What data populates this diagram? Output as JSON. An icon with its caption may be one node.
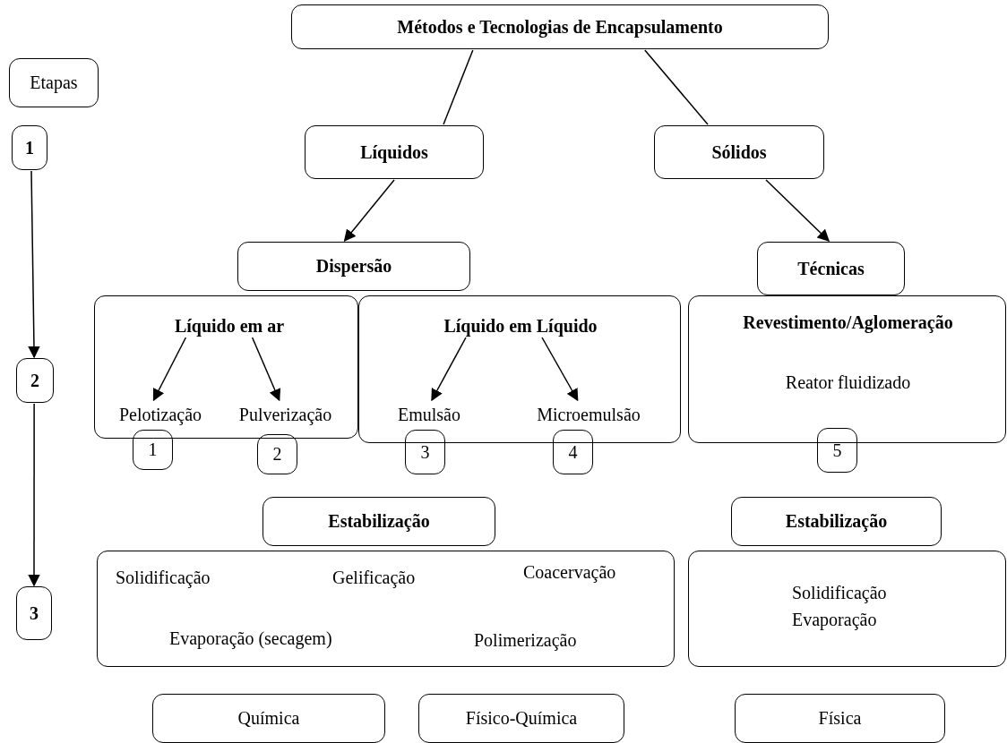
{
  "diagram": {
    "nodes": [
      {
        "text": [
          "Métodos e Tecnologias de Encapsulamento"
        ]
      },
      {
        "text": [
          "Etapas"
        ]
      },
      {
        "text": [
          "1"
        ]
      },
      {
        "text": [
          "2"
        ]
      },
      {
        "text": [
          "3"
        ]
      },
      {
        "text": [
          "Líquidos"
        ]
      },
      {
        "text": [
          "Sólidos"
        ]
      },
      {
        "text": [
          "Dispersão"
        ]
      },
      {
        "text": [
          "Técnicas"
        ]
      },
      {
        "text": [],
        "shape": "box"
      },
      {
        "text": [
          "Líquido em ar"
        ],
        "in": 9
      },
      {
        "text": [
          "Pelotização"
        ],
        "in": 9
      },
      {
        "text": [
          "Pulverização"
        ],
        "in": 9
      },
      {
        "text": [],
        "shape": "box"
      },
      {
        "text": [
          "Líquido em Líquido"
        ],
        "in": 13
      },
      {
        "text": [
          "Emulsão"
        ],
        "in": 13
      },
      {
        "text": [
          "Microemulsão"
        ],
        "in": 13
      },
      {
        "text": [
          "Revestimento/Aglomeração",
          "Reator fluidizado"
        ]
      },
      {
        "text": [
          "1"
        ]
      },
      {
        "text": [
          "2"
        ]
      },
      {
        "text": [
          "3"
        ]
      },
      {
        "text": [
          "4"
        ]
      },
      {
        "text": [
          "5"
        ]
      },
      {
        "text": [
          "Estabilização"
        ]
      },
      {
        "text": [
          "Solidificação",
          "Gelificação",
          "Coacervação",
          "Evaporação (secagem)",
          "Polimerização"
        ]
      },
      {
        "text": [
          "Estabilização"
        ]
      },
      {
        "text": [
          "Solidificação",
          "Evaporação"
        ]
      },
      {
        "text": [
          "Química"
        ]
      },
      {
        "text": [
          "Físico-Química"
        ]
      },
      {
        "text": [
          "Física"
        ]
      }
    ],
    "edges": [
      {
        "from": 0,
        "to": 5,
        "arrow": "none"
      },
      {
        "from": 0,
        "to": 6,
        "arrow": "none"
      },
      {
        "from": 5,
        "to": 7,
        "arrow": "to"
      },
      {
        "from": 6,
        "to": 8,
        "arrow": "to"
      },
      {
        "from": 2,
        "to": 3,
        "arrow": "to"
      },
      {
        "from": 3,
        "to": 4,
        "arrow": "to"
      },
      {
        "from": 10,
        "to": 11,
        "arrow": "to"
      },
      {
        "from": 10,
        "to": 12,
        "arrow": "to"
      },
      {
        "from": 14,
        "to": 15,
        "arrow": "to"
      },
      {
        "from": 14,
        "to": 16,
        "arrow": "to"
      }
    ]
  }
}
